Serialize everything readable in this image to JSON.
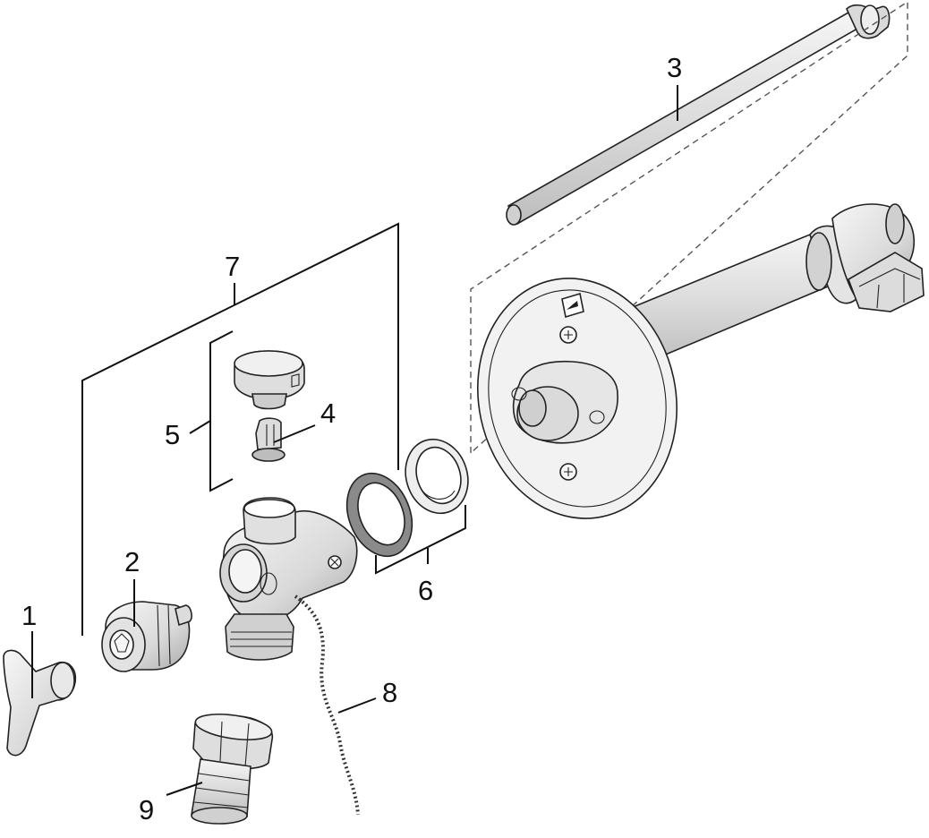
{
  "diagram": {
    "colors": {
      "line": "#111111",
      "part_fill": "#e6e6e6",
      "part_light": "#f4f4f4",
      "part_dark": "#b5b5b5"
    },
    "callouts": [
      {
        "id": "1",
        "text": "1"
      },
      {
        "id": "2",
        "text": "2"
      },
      {
        "id": "3",
        "text": "3"
      },
      {
        "id": "4",
        "text": "4"
      },
      {
        "id": "5",
        "text": "5"
      },
      {
        "id": "6",
        "text": "6"
      },
      {
        "id": "7",
        "text": "7"
      },
      {
        "id": "8",
        "text": "8"
      },
      {
        "id": "9",
        "text": "9"
      }
    ]
  }
}
